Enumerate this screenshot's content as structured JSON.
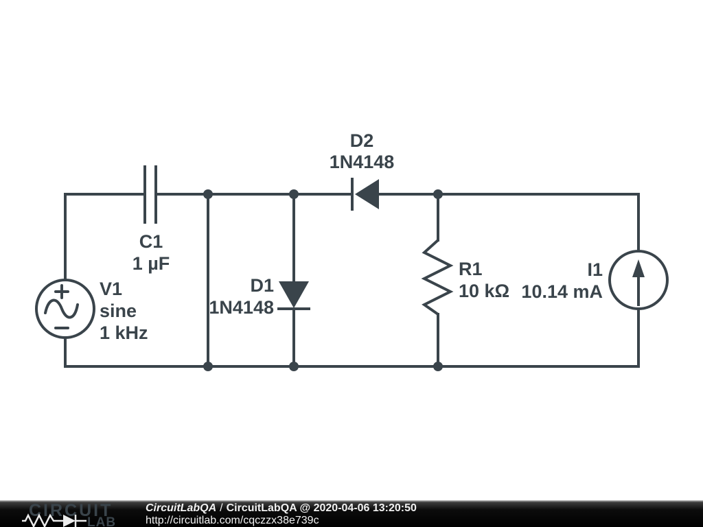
{
  "schematic": {
    "ink_color": "#3a444b",
    "background_color": "#ffffff",
    "components": {
      "v1": {
        "designator": "V1",
        "waveform": "sine",
        "frequency": "1 kHz"
      },
      "c1": {
        "designator": "C1",
        "capacitance": "1 µF"
      },
      "d1": {
        "designator": "D1",
        "model": "1N4148"
      },
      "d2": {
        "designator": "D2",
        "model": "1N4148"
      },
      "r1": {
        "designator": "R1",
        "resistance": "10 kΩ"
      },
      "i1": {
        "designator": "I1",
        "current": "10.14 mA"
      }
    }
  },
  "footer": {
    "background_color": "#000000",
    "text_color": "#f2f2f2",
    "logo": {
      "word_top": "CIRCUIT",
      "word_bottom": "LAB"
    },
    "credit_author": "CircuitLabQA",
    "credit_separator": "/",
    "credit_title": "CircuitLabQA @ 2020-04-06 13:20:50",
    "url": "http://circuitlab.com/cqczzx38e739c"
  }
}
